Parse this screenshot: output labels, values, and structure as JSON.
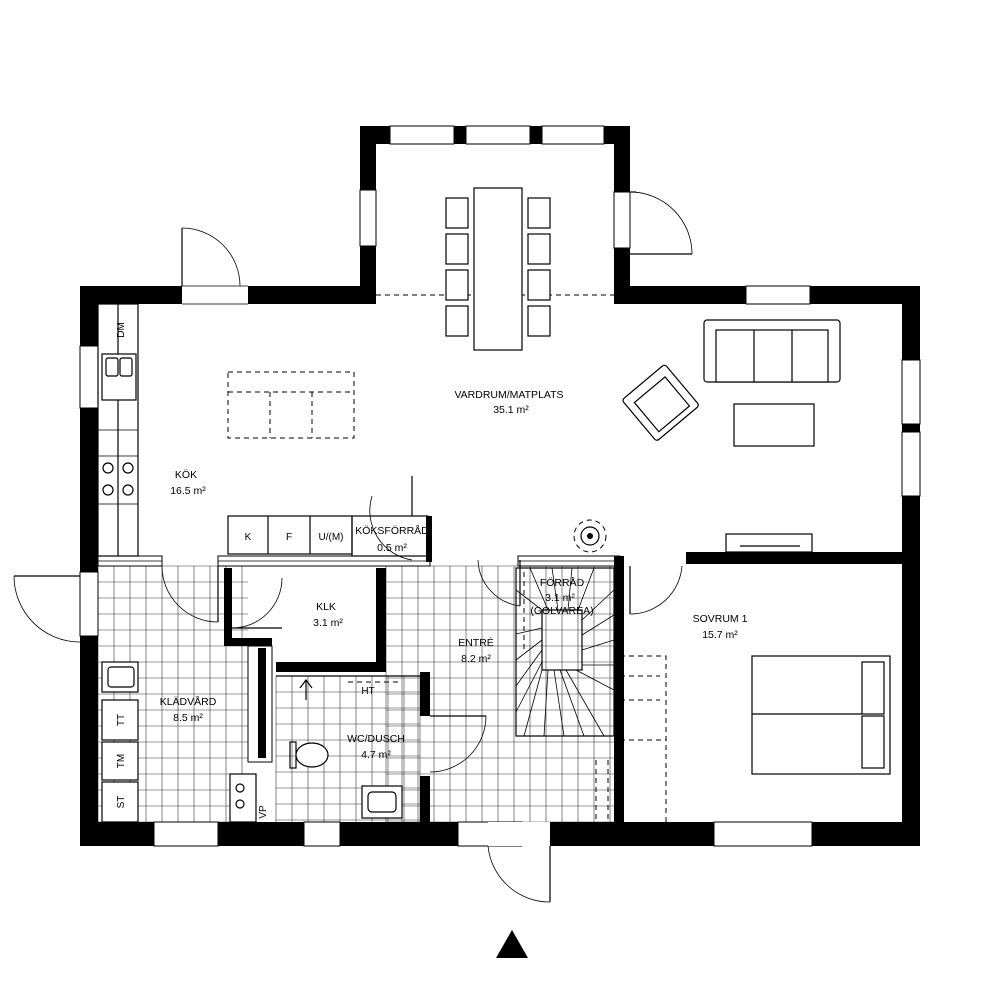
{
  "rooms": {
    "vardrum": {
      "name": "VARDRUM/MATPLATS",
      "area": "35.1 m²"
    },
    "kok": {
      "name": "KÖK",
      "area": "16.5 m²"
    },
    "koksforrad": {
      "name": "KÖKSFÖRRÅD",
      "area": "0.5 m²"
    },
    "klk": {
      "name": "KLK",
      "area": "3.1 m²"
    },
    "forrad": {
      "name": "FÖRRÅD",
      "area": "3.1 m²",
      "note": "(GOLVAREA)"
    },
    "sovrum": {
      "name": "SOVRUM 1",
      "area": "15.7 m²"
    },
    "entre": {
      "name": "ENTRÉ",
      "area": "8.2 m²"
    },
    "kladvard": {
      "name": "KLÄDVÅRD",
      "area": "8.5 m²"
    },
    "wc": {
      "name": "WC/DUSCH",
      "area": "4.7 m²"
    }
  },
  "appliances": {
    "dm": "DM",
    "k": "K",
    "f": "F",
    "ui": "U/(M)",
    "ht": "HT",
    "tt": "TT",
    "tm": "TM",
    "st": "ST",
    "vp": "VP"
  }
}
